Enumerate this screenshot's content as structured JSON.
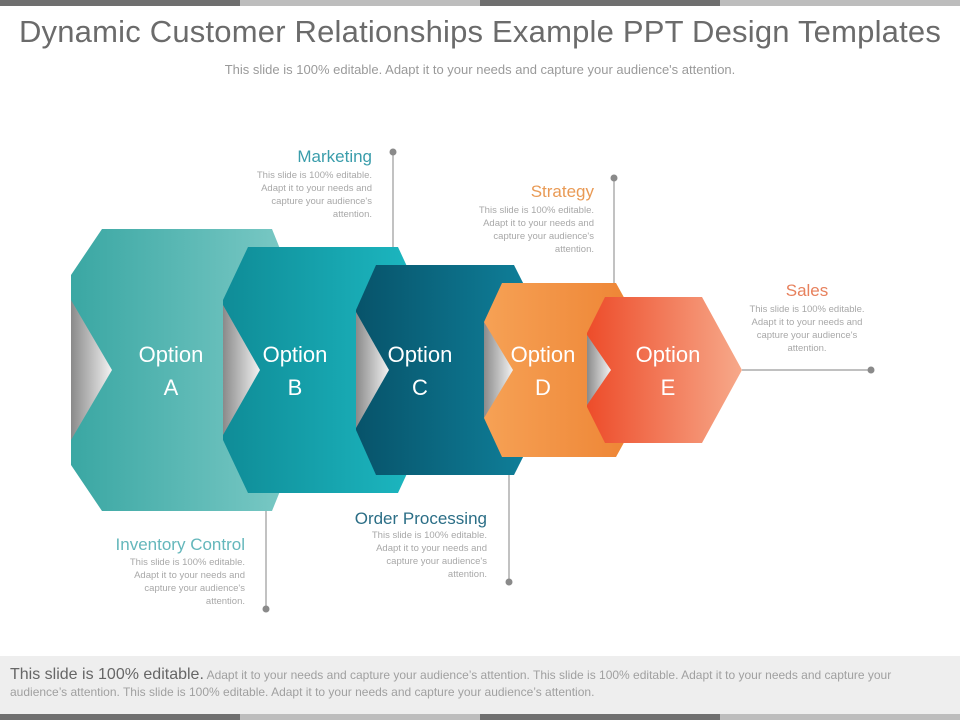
{
  "header": {
    "title": "Dynamic Customer Relationships Example PPT Design Templates",
    "subtitle": "This slide is 100% editable. Adapt it to your needs and capture your audience's attention."
  },
  "options": [
    {
      "line1": "Option",
      "line2": "A"
    },
    {
      "line1": "Option",
      "line2": "B"
    },
    {
      "line1": "Option",
      "line2": "C"
    },
    {
      "line1": "Option",
      "line2": "D"
    },
    {
      "line1": "Option",
      "line2": "E"
    }
  ],
  "labels": {
    "marketing": {
      "title": "Marketing",
      "desc": [
        "This slide is 100% editable.",
        "Adapt it to your needs and",
        "capture your audience's",
        "attention."
      ]
    },
    "strategy": {
      "title": "Strategy",
      "desc": [
        "This slide is 100% editable.",
        "Adapt it to your needs and",
        "capture your audience's",
        "attention."
      ]
    },
    "sales": {
      "title": "Sales",
      "desc": [
        "This slide is 100% editable.",
        "Adapt it to your needs and",
        "capture your audience's",
        "attention."
      ]
    },
    "inventory": {
      "title": "Inventory Control",
      "desc": [
        "This slide is 100% editable.",
        "Adapt it to your needs and",
        "capture your audience's",
        "attention."
      ]
    },
    "order": {
      "title": "Order Processing",
      "desc": [
        "This slide is 100% editable.",
        "Adapt it to your needs and",
        "capture your audience's",
        "attention."
      ]
    }
  },
  "footer": {
    "lead": "This slide is 100% editable.",
    "text": " Adapt it to your needs and capture your audience’s attention. This slide is 100% editable. Adapt it to your needs and capture your audience’s attention. This slide is 100% editable. Adapt it to your needs and capture your audience’s attention."
  },
  "colors": {
    "teal_light": "#5bbcb6",
    "teal": "#1aa9b5",
    "blue_dark": "#0c6e86",
    "orange": "#f09a4a",
    "red_orange": "#ef5b33",
    "marketing_title": "#3a9dab",
    "strategy_title": "#e99a55",
    "sales_title": "#e7815d",
    "inventory_title": "#64b7bb",
    "order_title": "#2b6e86"
  }
}
